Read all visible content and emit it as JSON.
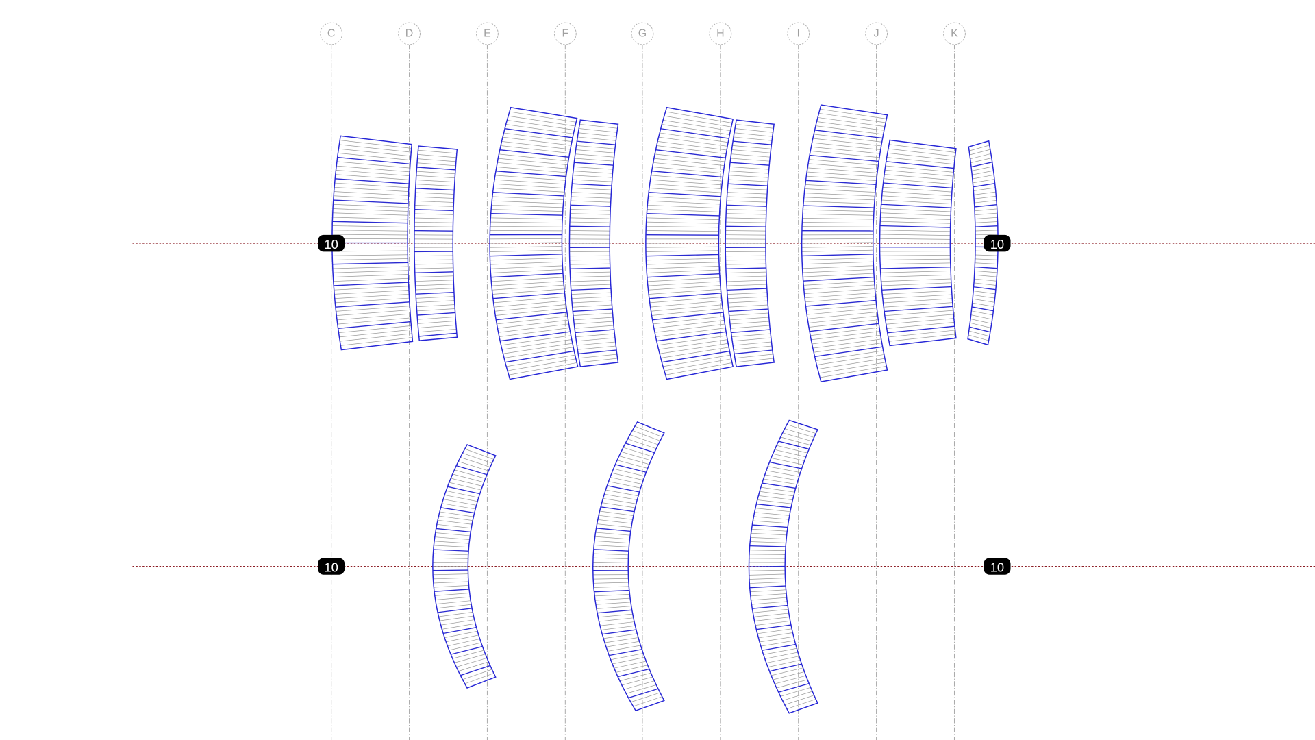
{
  "grid_labels": [
    "C",
    "D",
    "E",
    "F",
    "G",
    "H",
    "I",
    "J",
    "K"
  ],
  "levels": [
    {
      "label": "10"
    },
    {
      "label": "10"
    }
  ],
  "colors": {
    "outline": "#2626d6",
    "hatch": "#9a9a9a",
    "level_line": "#8b1c24",
    "grid": "#a8a8a8"
  }
}
